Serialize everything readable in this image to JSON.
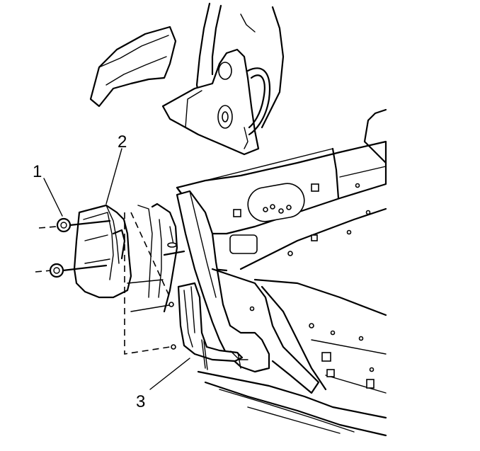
{
  "callouts": [
    {
      "id": "1",
      "text": "1"
    },
    {
      "id": "2",
      "text": "2"
    },
    {
      "id": "3",
      "text": "3"
    }
  ]
}
